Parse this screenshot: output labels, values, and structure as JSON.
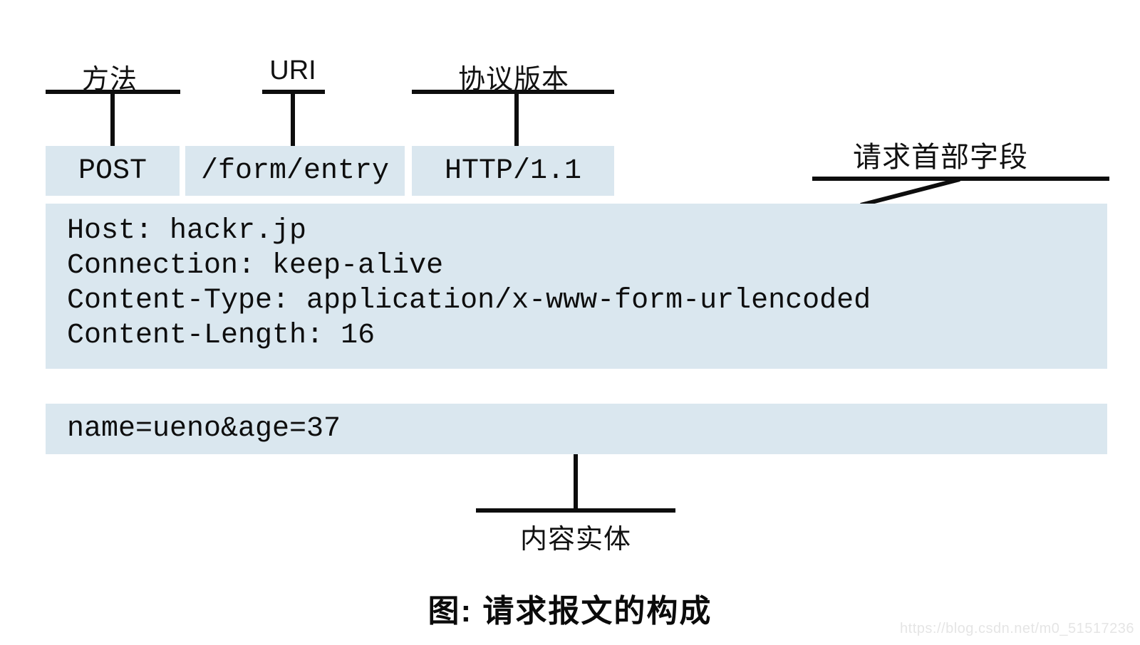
{
  "diagram": {
    "callouts": {
      "method": "方法",
      "uri": "URI",
      "version": "协议版本",
      "request_headers": "请求首部字段",
      "entity_body": "内容实体"
    },
    "request_line": {
      "method": "POST",
      "uri": "/form/entry",
      "version": "HTTP/1.1"
    },
    "header_fields": [
      "Host: hackr.jp",
      "Connection: keep-alive",
      "Content-Type: application/x-www-form-urlencoded",
      "Content-Length: 16"
    ],
    "entity_body": "name=ueno&age=37",
    "caption": "图: 请求报文的构成",
    "watermark": "https://blog.csdn.net/m0_51517236",
    "colors": {
      "box_fill": "#dae7ef",
      "line": "#0d0d0d",
      "text": "#111111",
      "watermark": "#e5e5e5"
    }
  }
}
